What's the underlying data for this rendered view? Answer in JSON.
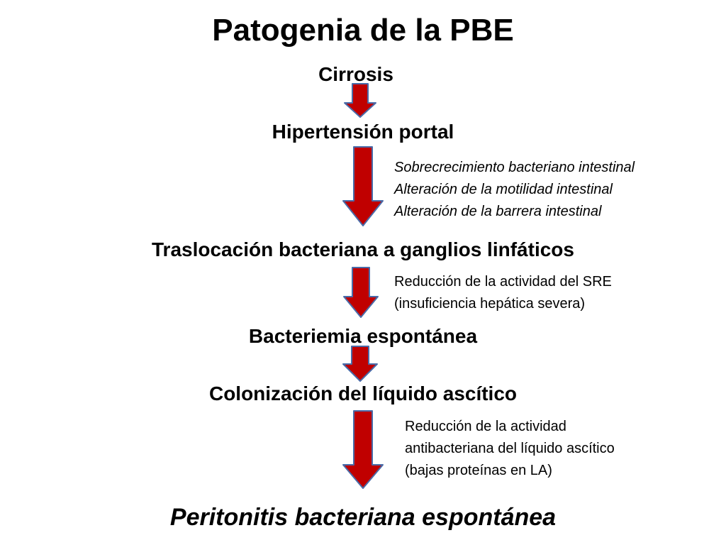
{
  "title": "Patogenia de la PBE",
  "steps": [
    {
      "label": "Cirrosis"
    },
    {
      "label": "Hipertensión portal"
    },
    {
      "label": "Traslocación bacteriana a ganglios linfáticos"
    },
    {
      "label": "Bacteriemia espontánea"
    },
    {
      "label": "Colonización del líquido ascítico"
    },
    {
      "label": "Peritonitis bacteriana espontánea"
    }
  ],
  "notes": [
    {
      "lines": [
        "Sobrecrecimiento bacteriano intestinal",
        "Alteración de la motilidad intestinal",
        "Alteración de la barrera intestinal"
      ]
    },
    {
      "lines": [
        "Reducción de la actividad del SRE",
        "(insuficiencia hepática severa)"
      ]
    },
    {
      "lines": [
        "Reducción de la actividad",
        "antibacteriana  del líquido ascítico",
        "(bajas proteínas en LA)"
      ]
    }
  ],
  "colors": {
    "arrow_fill": "#c00000",
    "arrow_stroke": "#4a6ba8"
  }
}
